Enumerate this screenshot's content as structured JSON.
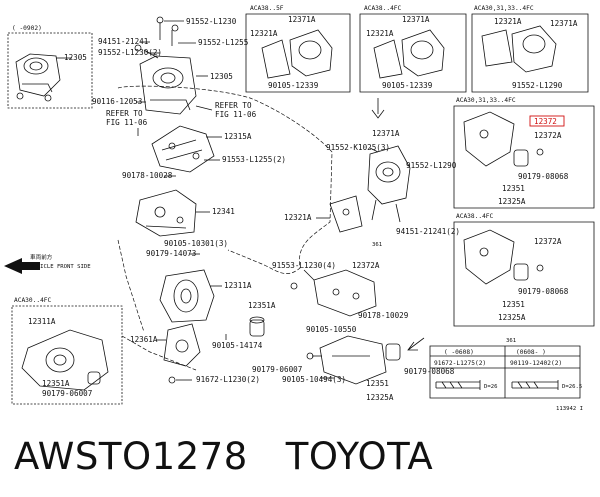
{
  "caption": {
    "code": "AWSTO1278",
    "brand": "TOYOTA"
  },
  "figure_id": "113942 I",
  "front_arrow": {
    "jp": "車両前方",
    "en": "VEHICLE FRONT SIDE"
  },
  "refs": {
    "ref1": "REFER TO",
    "ref1b": "FIG 11-06",
    "ref2": "REFER TO",
    "ref2b": "FIG 11-06"
  },
  "inset_tl": {
    "header": "(   -0902)",
    "part": "12305"
  },
  "panel_aca38_5f": {
    "header": "ACA38..5F",
    "p1": "12371A",
    "p2": "12321A",
    "p3": "90105-12339"
  },
  "panel_aca38_4fc": {
    "header": "ACA38..4FC",
    "p1": "12371A",
    "p2": "12321A",
    "p3": "90105-12339"
  },
  "panel_aca30_4fc_a": {
    "header": "ACA30,31,33..4FC",
    "p1": "12321A",
    "p2": "12371A",
    "p3": "91552-L1290"
  },
  "panel_right_b": {
    "header": "ACA30,31,33..4FC",
    "p1": "12372A",
    "p2": "90179-08068",
    "p3": "12351",
    "p4": "12325A"
  },
  "panel_right_c": {
    "header": "ACA38..4FC",
    "p1": "12372A",
    "p2": "90179-08068",
    "p3": "12351",
    "p4": "12325A"
  },
  "inset_bl": {
    "header": "ACA30..4FC",
    "p1": "12311A",
    "p2": "12351A",
    "p3": "90179-06007"
  },
  "bolt_table": {
    "h1": "(   -0608)",
    "h2": "(0608-   )",
    "p1": "91672-L1275(2)",
    "p2": "90119-12402(2)",
    "d1": "D=26",
    "d2": "D=26.5"
  },
  "labels": {
    "a01": "91552-L1230",
    "a02": "91552-L1255",
    "a03": "94151-21241",
    "a04": "91552-L1230(2)",
    "a05": "12305",
    "a06": "90116-12053",
    "a07": "12315A",
    "a08": "91553-L1255(2)",
    "a09": "90178-10028",
    "a10": "12341",
    "a11": "90105-10301(3)",
    "a12": "90179-14073",
    "a13": "12311A",
    "a14": "12351A",
    "a15": "12361A",
    "a16": "90105-14174",
    "a17": "91672-L1230(2)",
    "a18": "90179-06007",
    "a19": "90105-10494(3)",
    "a20": "12371A",
    "a21": "91552-K1025(3)",
    "a22": "91552-L1290",
    "a23": "12321A",
    "a24": "94151-21241(2)",
    "a25": "91553-L1230(4)",
    "a26": "12372A",
    "a27": "90178-10029",
    "a28": "90105-10550",
    "a29": "12351",
    "a30": "12325A",
    "a31": "90179-08068"
  },
  "highlight_part": "12372",
  "colors": {
    "line": "#111111",
    "highlight": "#d01010"
  }
}
